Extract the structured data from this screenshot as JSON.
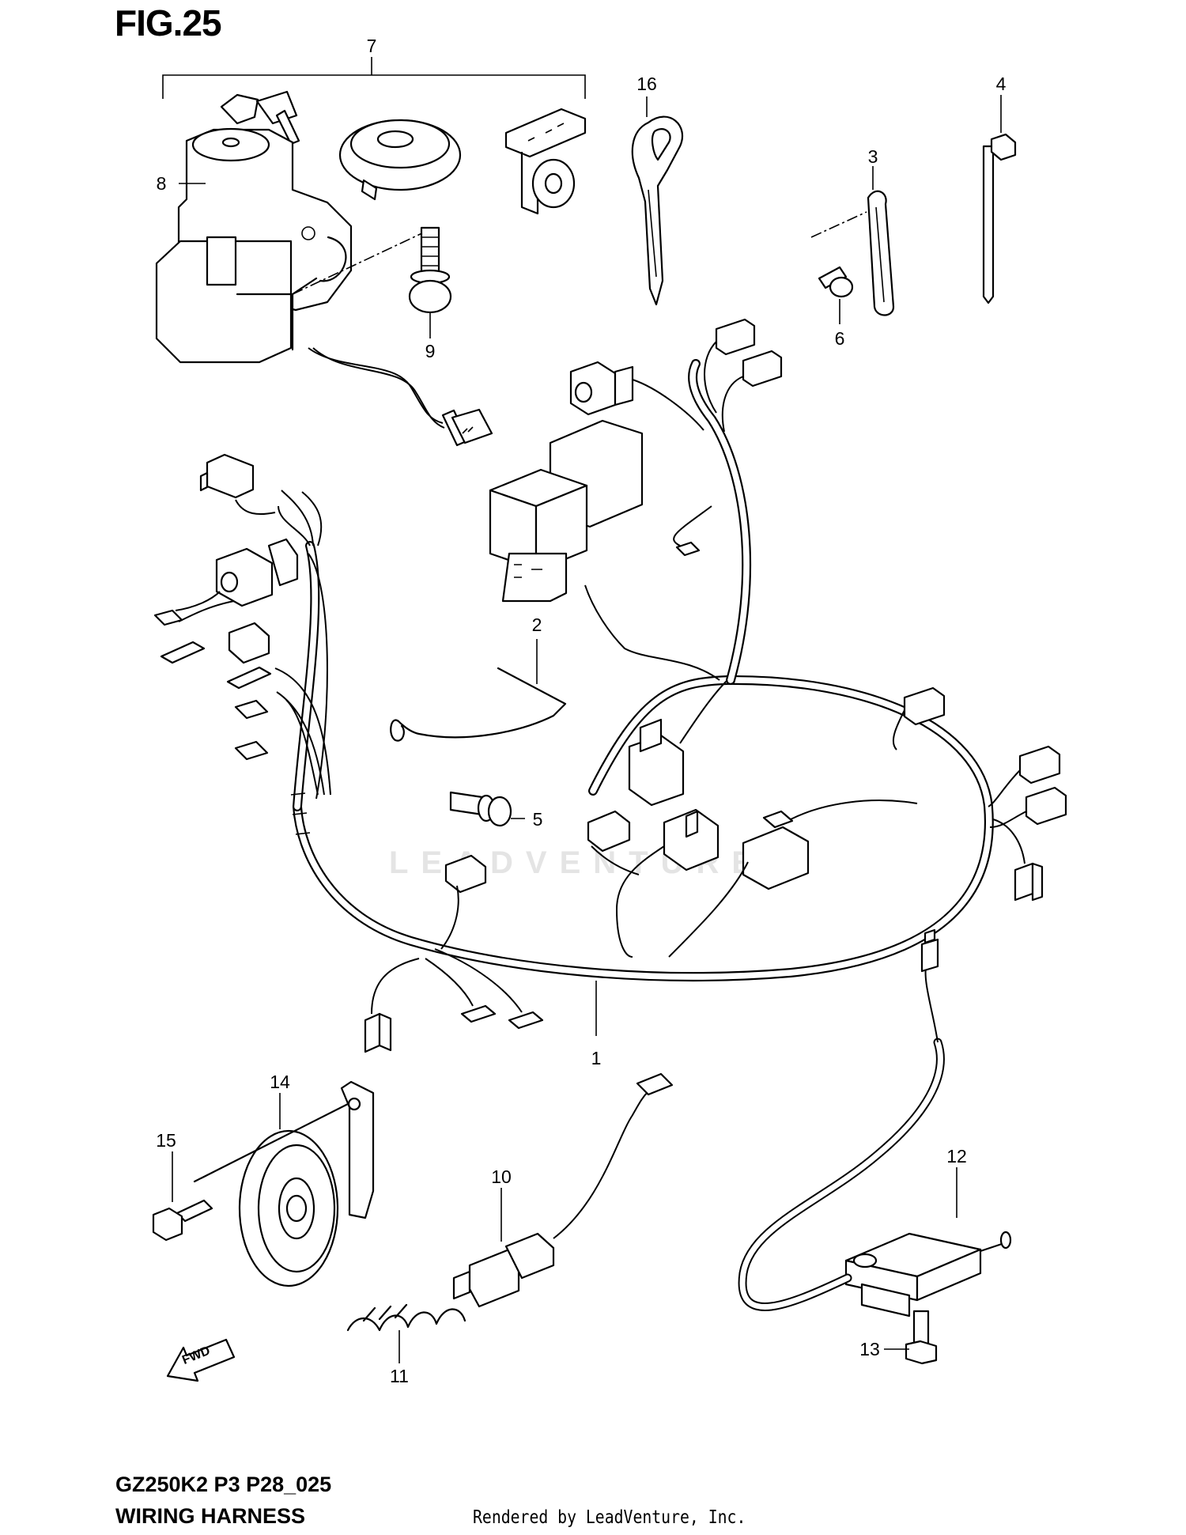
{
  "figure": {
    "title": "FIG.25",
    "model_code": "GZ250K2 P3 P28_025",
    "diagram_name": "WIRING HARNESS",
    "rendered_by": "Rendered by LeadVenture, Inc.",
    "watermark": "LEADVENTURE"
  },
  "callouts": {
    "n1": "1",
    "n2": "2",
    "n3": "3",
    "n4": "4",
    "n5": "5",
    "n6": "6",
    "n7": "7",
    "n8": "8",
    "n9": "9",
    "n10": "10",
    "n11": "11",
    "n12": "12",
    "n13": "13",
    "n14": "14",
    "n15": "15",
    "n16": "16"
  },
  "direction_marker": "FWD"
}
